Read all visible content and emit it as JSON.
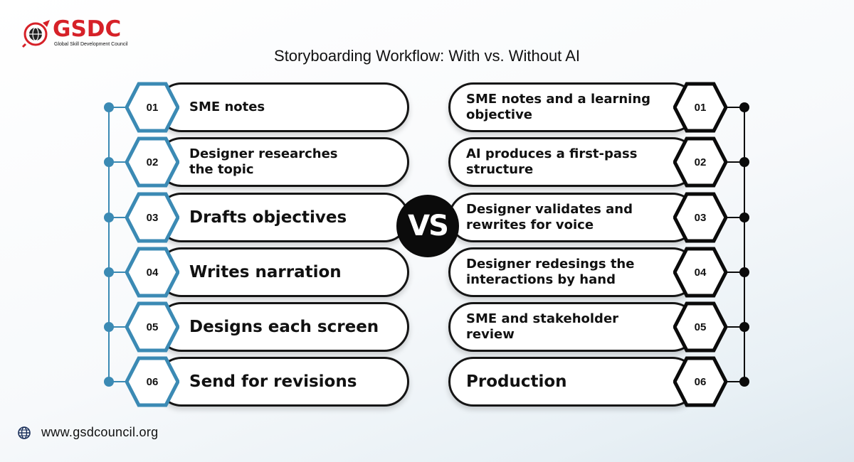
{
  "brand": {
    "name": "GSDC",
    "tagline": "Global Skill Development Council",
    "red": "#d62128"
  },
  "title": "Storyboarding Workflow: With vs. Without AI",
  "vs_label": "VS",
  "colors": {
    "left_accent": "#3b8ab4",
    "right_accent": "#0b0b0b",
    "pill_border": "#151515"
  },
  "left_steps": [
    {
      "num": "01",
      "text": "SME notes"
    },
    {
      "num": "02",
      "text": "Designer researches the topic"
    },
    {
      "num": "03",
      "text": "Drafts objectives"
    },
    {
      "num": "04",
      "text": "Writes narration"
    },
    {
      "num": "05",
      "text": "Designs each screen"
    },
    {
      "num": "06",
      "text": "Send for revisions"
    }
  ],
  "right_steps": [
    {
      "num": "01",
      "text": "SME notes and a learning objective"
    },
    {
      "num": "02",
      "text": "AI produces a first-pass structure"
    },
    {
      "num": "03",
      "text": "Designer validates and rewrites for voice"
    },
    {
      "num": "04",
      "text": "Designer redesings the interactions by hand"
    },
    {
      "num": "05",
      "text": "SME and stakeholder review"
    },
    {
      "num": "06",
      "text": "Production"
    }
  ],
  "footer": {
    "icon": "globe-icon",
    "url": "www.gsdcouncil.org"
  }
}
